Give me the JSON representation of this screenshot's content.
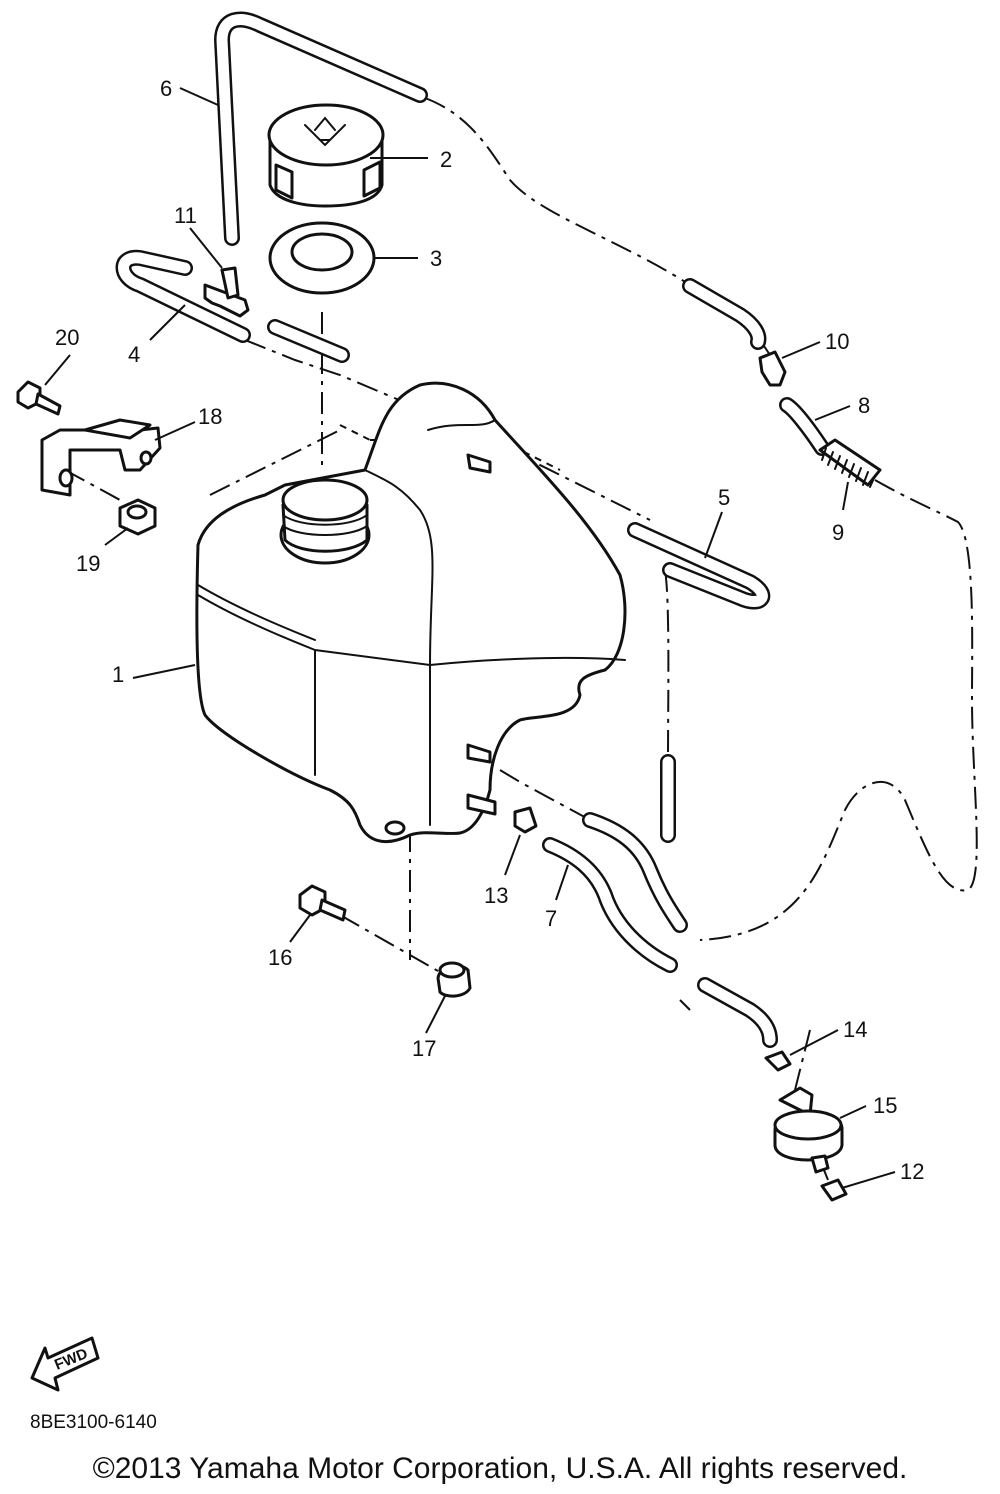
{
  "diagram": {
    "callouts": {
      "c1": "1",
      "c2": "2",
      "c3": "3",
      "c4": "4",
      "c5": "5",
      "c6": "6",
      "c7": "7",
      "c8": "8",
      "c9": "9",
      "c10": "10",
      "c11": "11",
      "c12": "12",
      "c13": "13",
      "c14": "14",
      "c15": "15",
      "c16": "16",
      "c17": "17",
      "c18": "18",
      "c19": "19",
      "c20": "20"
    },
    "fwd_label": "FWD",
    "catalog_code": "8BE3100-6140",
    "copyright": "©2013 Yamaha Motor Corporation, U.S.A. All rights reserved."
  }
}
